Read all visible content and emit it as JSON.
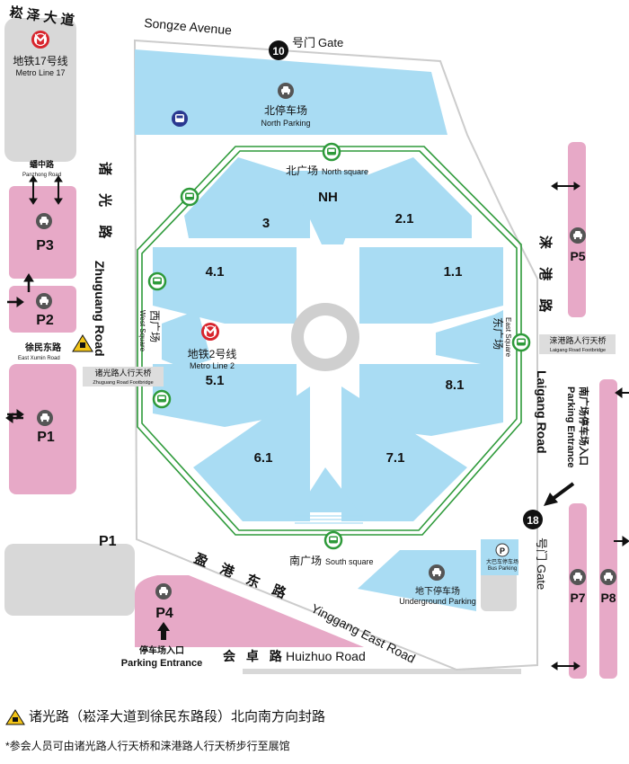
{
  "roads": {
    "songze_cn": "崧 泽 大 道",
    "songze_en": "Songze Avenue",
    "zhuguang_cn": "诸 光 路",
    "zhuguang_en": "Zhuguang Road",
    "panzhong_cn": "蟠中路",
    "panzhong_en": "Panzhong Road",
    "xumin_cn": "徐民东路",
    "xumin_en": "East Xumin Road",
    "laigang_cn": "涞 港 路",
    "laigang_en": "Laigang Road",
    "yinggang_cn": "盈 港 东 路",
    "yinggang_en": "Yinggang East Road",
    "huizhuo_cn": "会 卓 路",
    "huizhuo_en": "Huizhuo Road"
  },
  "metro": {
    "line17_cn": "地铁17号线",
    "line17_en": "Metro Line 17",
    "line2_cn": "地铁2号线",
    "line2_en": "Metro Line 2"
  },
  "gates": {
    "gate10_num": "10",
    "gate10_cn": "号门",
    "gate10_en": "Gate",
    "gate18_num": "18",
    "gate18_cn": "号门",
    "gate18_en": "Gate"
  },
  "parking": {
    "p1": "P1",
    "p1_outer": "P1",
    "p2": "P2",
    "p3": "P3",
    "p4": "P4",
    "p5": "P5",
    "p7": "P7",
    "p8": "P8",
    "north_cn": "北停车场",
    "north_en": "North Parking",
    "underground_cn": "地下停车场",
    "underground_en": "Underground Parking",
    "bus_cn": "大巴车停车场",
    "bus_en": "Bus Parking",
    "bus_icon_letter": "P",
    "entrance_cn": "停车场入口",
    "entrance_en": "Parking Entrance",
    "north_entrance_cn": "南广场停车场入口",
    "north_entrance_en": "Parking Entrance"
  },
  "squares": {
    "north_cn": "北广场",
    "north_en": "North square",
    "south_cn": "南广场",
    "south_en": "South square",
    "west_cn": "西广场",
    "west_en": "West Square",
    "east_cn": "东广场",
    "east_en": "East Square"
  },
  "halls": [
    "NH",
    "3",
    "2.1",
    "4.1",
    "1.1",
    "5.1",
    "8.1",
    "6.1",
    "7.1"
  ],
  "footbridges": {
    "zhuguang_cn": "诸光路人行天桥",
    "zhuguang_en": "Zhuguang Road Footbridge",
    "laigang_cn": "涞港路人行天桥",
    "laigang_en": "Laigang Road Footbridge"
  },
  "notes": {
    "closure": "诸光路（崧泽大道到徐民东路段）北向南方向封路",
    "footnote": "*参会人员可由诸光路人行天桥和涞港路人行天桥步行至展馆"
  },
  "colors": {
    "hall": "#a9dcf3",
    "parking": "#e7a9c7",
    "route": "#2e9a3a",
    "metro": "#d8242c",
    "warning": "#f2c418"
  }
}
